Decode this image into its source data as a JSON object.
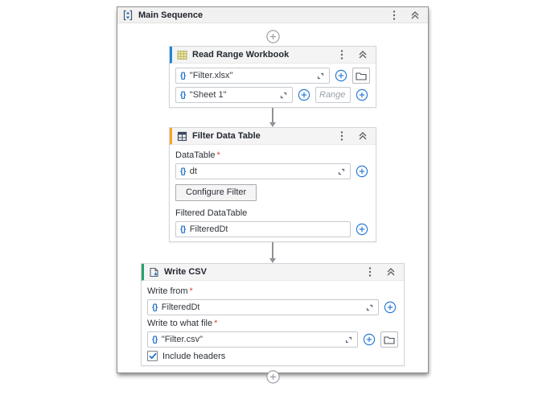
{
  "main_sequence": {
    "title": "Main Sequence"
  },
  "glyphs": {
    "expression_braces": "{}"
  },
  "required_mark": "*",
  "activities": {
    "read_range_workbook": {
      "title": "Read Range Workbook",
      "accent_color": "#1e86d9",
      "file_input": {
        "value": "\"Filter.xlsx\""
      },
      "sheet_input": {
        "value": "\"Sheet 1\""
      },
      "range_input": {
        "placeholder": "Range"
      }
    },
    "filter_data_table": {
      "title": "Filter Data Table",
      "accent_color": "#f5a623",
      "datatable_label": "DataTable",
      "datatable_input": {
        "value": "dt"
      },
      "configure_filter_button": "Configure Filter",
      "filtered_datatable_label": "Filtered DataTable",
      "filtered_input": {
        "value": "FilteredDt"
      }
    },
    "write_csv": {
      "title": "Write CSV",
      "accent_color": "#2aa06e",
      "write_from_label": "Write from",
      "write_from_input": {
        "value": "FilteredDt"
      },
      "write_to_label": "Write to what file",
      "write_to_input": {
        "value": "\"Filter.csv\""
      },
      "include_headers": {
        "label": "Include headers",
        "checked": true
      }
    }
  }
}
